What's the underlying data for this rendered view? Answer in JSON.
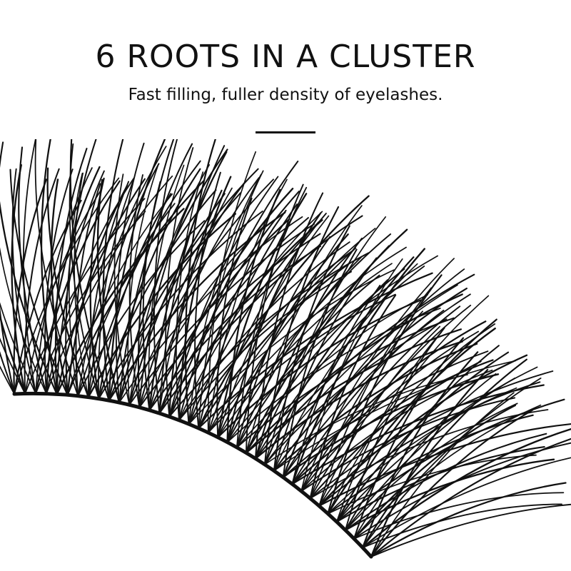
{
  "headline": "6 ROOTS IN A CLUSTER",
  "subheadline": "Fast filling, fuller density of eyelashes.",
  "illustration": {
    "subject": "eyelash-strip",
    "roots_per_cluster": 6,
    "lash_color": "#111111",
    "background_color": "#ffffff"
  }
}
